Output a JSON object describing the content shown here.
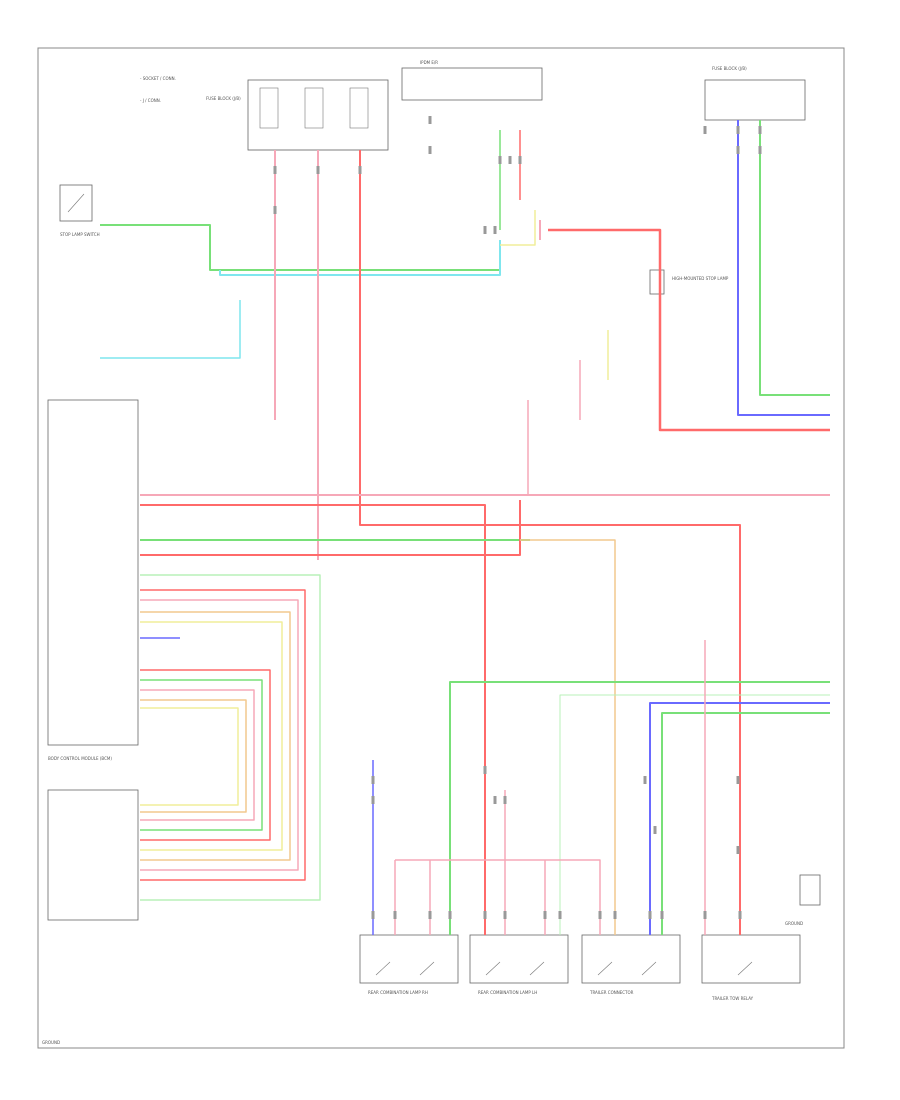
{
  "diagram": {
    "legend": [
      "- SOCKET / CONN.",
      "- J / CONN."
    ],
    "colors": {
      "red": "#ff6a6a",
      "pink": "#f6a8b8",
      "green": "#78e078",
      "cyan": "#7fe6ee",
      "blue": "#6a6aff",
      "yellow": "#f0ee9a",
      "orange": "#f2c88e",
      "lightgreen": "#b8f0b8",
      "gray": "#999999"
    },
    "components": {
      "bcm": {
        "label": "BODY CONTROL MODULE (BCM)"
      },
      "ipdm": {
        "label": "IPDM E/R"
      },
      "fuse_block_top": {
        "label": "FUSE BLOCK (J/B)"
      },
      "fuse_top_right": {
        "label": "FUSE BLOCK (J/B)"
      },
      "stop_lamp_switch": {
        "label": "STOP LAMP SWITCH"
      },
      "high_mount_stop": {
        "label": "HIGH-MOUNTED STOP LAMP"
      },
      "right_rear_combo": {
        "label": "REAR COMBINATION LAMP RH"
      },
      "left_rear_combo": {
        "label": "REAR COMBINATION LAMP LH"
      },
      "trailer_conn_a": {
        "label": "TRAILER CONNECTOR"
      },
      "trailer_conn_b": {
        "label": "TRAILER TOW RELAY"
      },
      "ground_right": {
        "label": "GROUND"
      },
      "ground_footer": {
        "label": "GROUND"
      }
    }
  }
}
